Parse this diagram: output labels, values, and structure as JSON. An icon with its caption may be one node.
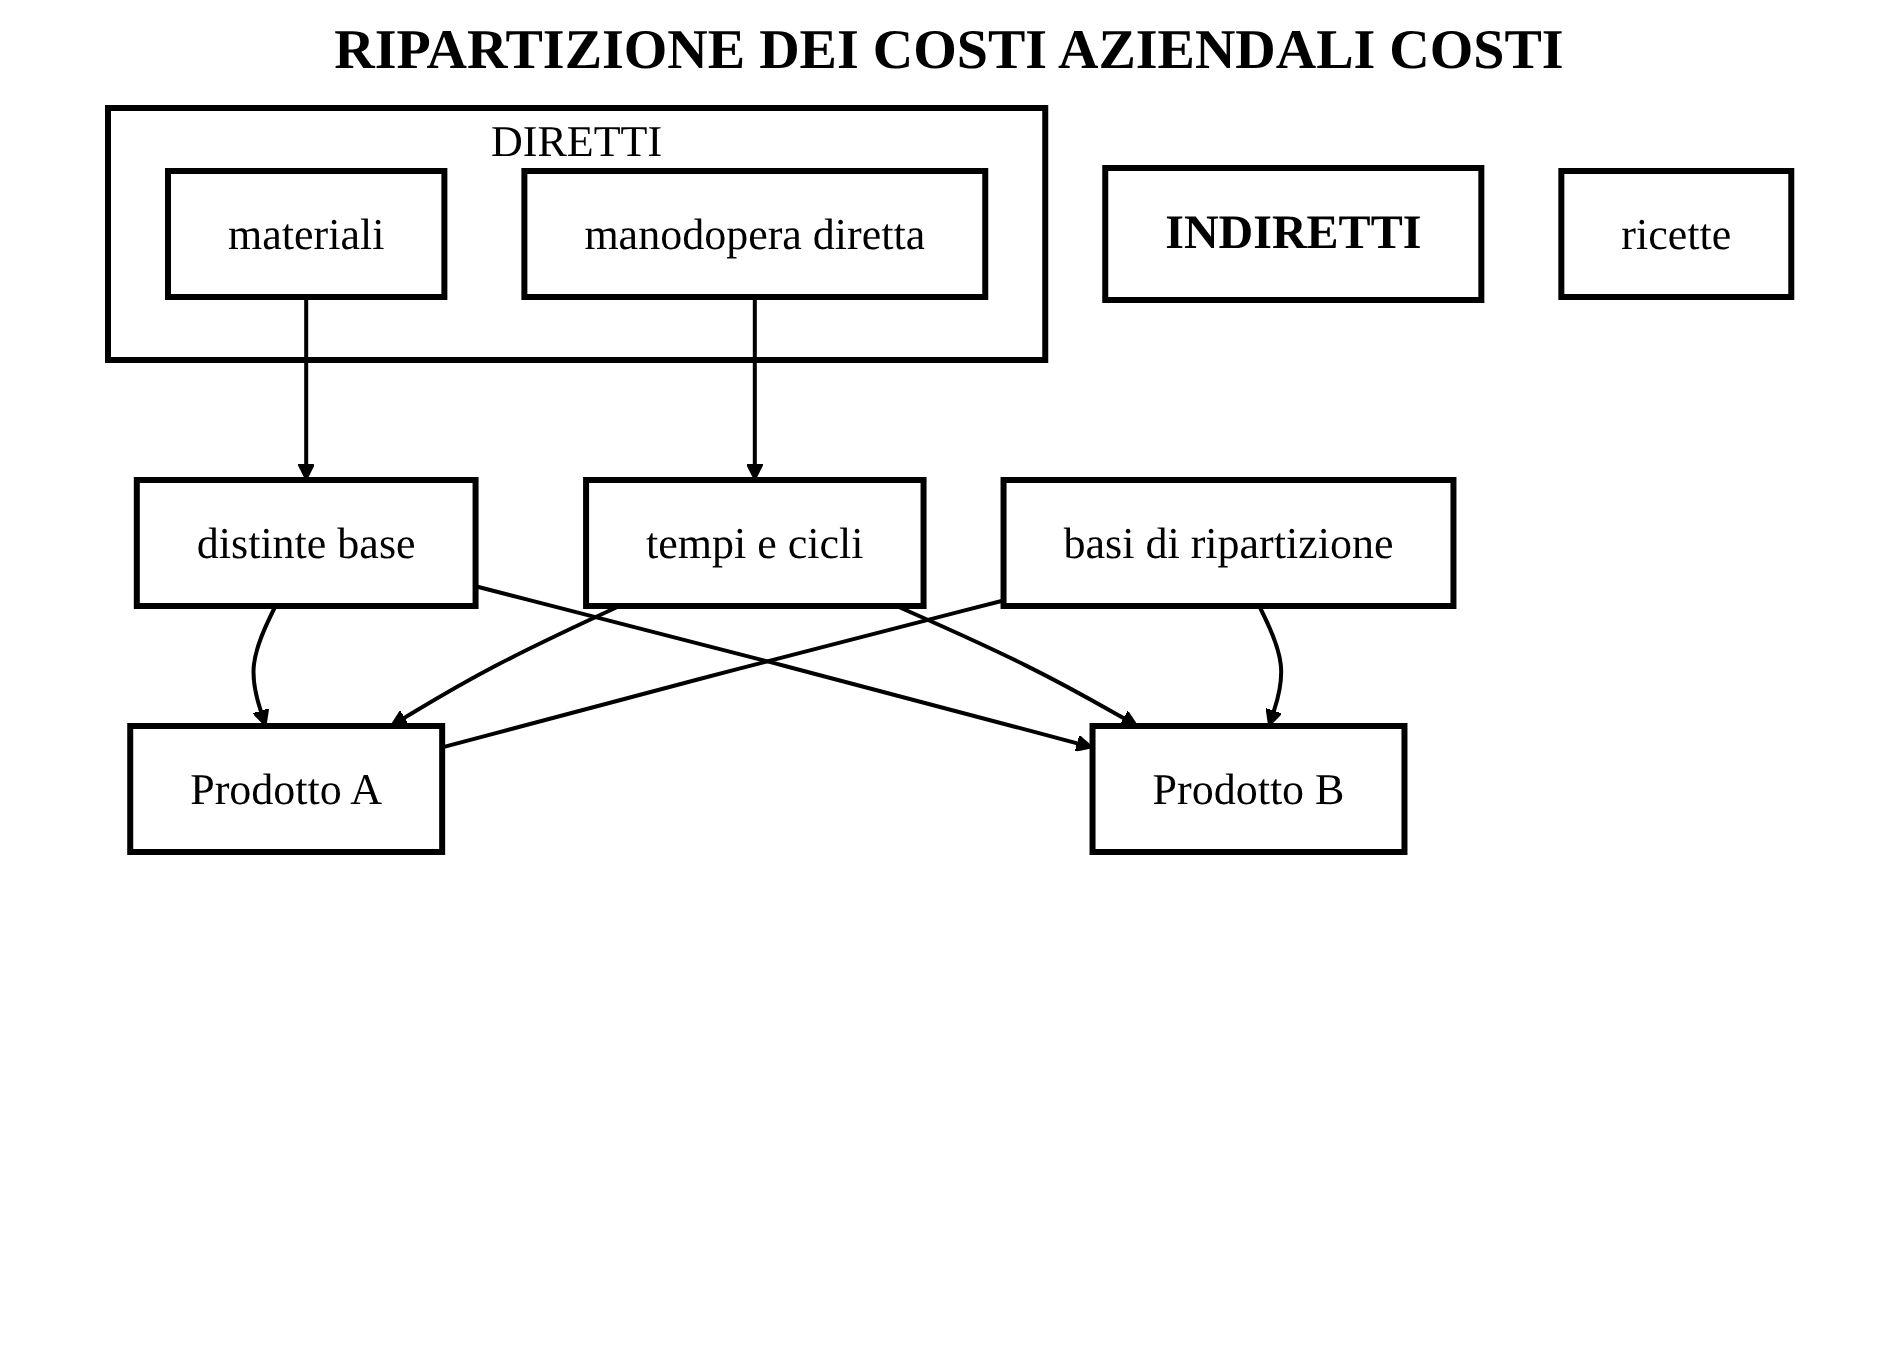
{
  "diagram": {
    "title": "RIPARTIZIONE DEI COSTI AZIENDALI COSTI",
    "nodes": [
      {
        "text": [
          "DIRETTI"
        ]
      },
      {
        "text": [
          "materiali"
        ],
        "in": 0
      },
      {
        "text": [
          "manodopera diretta"
        ],
        "in": 0
      },
      {
        "text": [
          "INDIRETTI"
        ]
      },
      {
        "text": [
          "distinte base"
        ]
      },
      {
        "text": [
          "ricette"
        ]
      },
      {
        "text": [
          "tempi e cicli"
        ]
      },
      {
        "text": [
          "basi di ripartizione"
        ]
      },
      {
        "text": [
          "Prodotto A"
        ]
      },
      {
        "text": [
          "Prodotto B"
        ]
      }
    ],
    "edges": [
      {
        "from": 1,
        "to": 4,
        "arrow": "to"
      },
      {
        "from": 2,
        "to": 6,
        "arrow": "to"
      },
      {
        "from": 4,
        "to": 8,
        "arrow": "to"
      },
      {
        "from": 4,
        "to": 9,
        "arrow": "to"
      },
      {
        "from": 6,
        "to": 8,
        "arrow": "to"
      },
      {
        "from": 6,
        "to": 9,
        "arrow": "to"
      },
      {
        "from": 7,
        "to": 8,
        "arrow": "none"
      },
      {
        "from": 7,
        "to": 9,
        "arrow": "to"
      }
    ]
  }
}
